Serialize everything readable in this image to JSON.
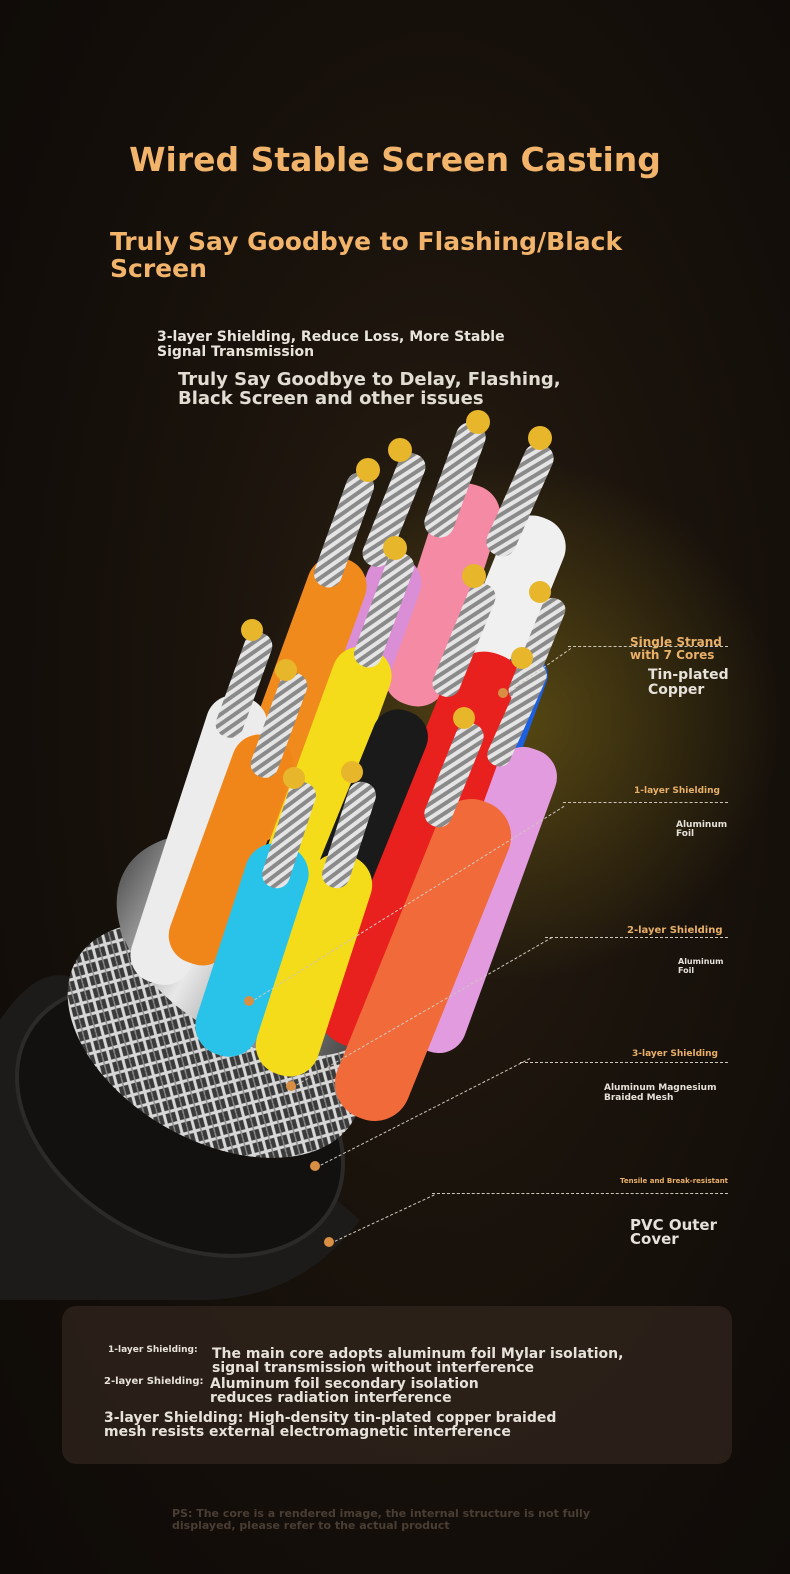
{
  "header": {
    "title": "Wired Stable Screen Casting",
    "subtitle": "Truly Say Goodbye to Flashing/Black Screen",
    "feature_line": "3-layer Shielding, Reduce Loss, More Stable Signal Transmission",
    "feature_line2": "Truly Say Goodbye to Delay, Flashing, Black Screen and other issues"
  },
  "callouts": {
    "core": {
      "title": "Single Strand with 7 Cores",
      "material": "Tin-plated Copper"
    },
    "layer1": {
      "title": "1-layer Shielding",
      "material": "Aluminum Foil"
    },
    "layer2": {
      "title": "2-layer Shielding",
      "material": "Aluminum Foil"
    },
    "layer3": {
      "title": "3-layer Shielding",
      "material": "Aluminum Magnesium Braided Mesh"
    },
    "outer": {
      "title": "Tensile and Break-resistant",
      "material": "PVC Outer Cover"
    }
  },
  "panel": {
    "row1_label": "1-layer Shielding:",
    "row1_text": "The main core adopts aluminum foil Mylar isolation, signal transmission without interference",
    "row2_label": "2-layer Shielding:",
    "row2_text": "Aluminum foil secondary isolation reduces radiation interference",
    "row3_text": "3-layer Shielding: High-density tin-plated copper braided mesh resists external electromagnetic interference"
  },
  "footer": {
    "disclaimer": "PS: The core is a rendered image, the internal structure is not fully displayed, please refer to the actual product"
  },
  "colors": {
    "accent_gold": "#f2b46a",
    "wire_orange": "#f08a1c",
    "wire_pink": "#f48aa4",
    "wire_white": "#f0f0f0",
    "wire_red": "#e8201e",
    "wire_blue": "#1c5fe0",
    "wire_violet": "#e39be0",
    "wire_yellow": "#f5dc1a",
    "wire_black": "#1a1a1a",
    "wire_cyan": "#29c3ea",
    "wire_orange_red": "#f06a3a"
  }
}
